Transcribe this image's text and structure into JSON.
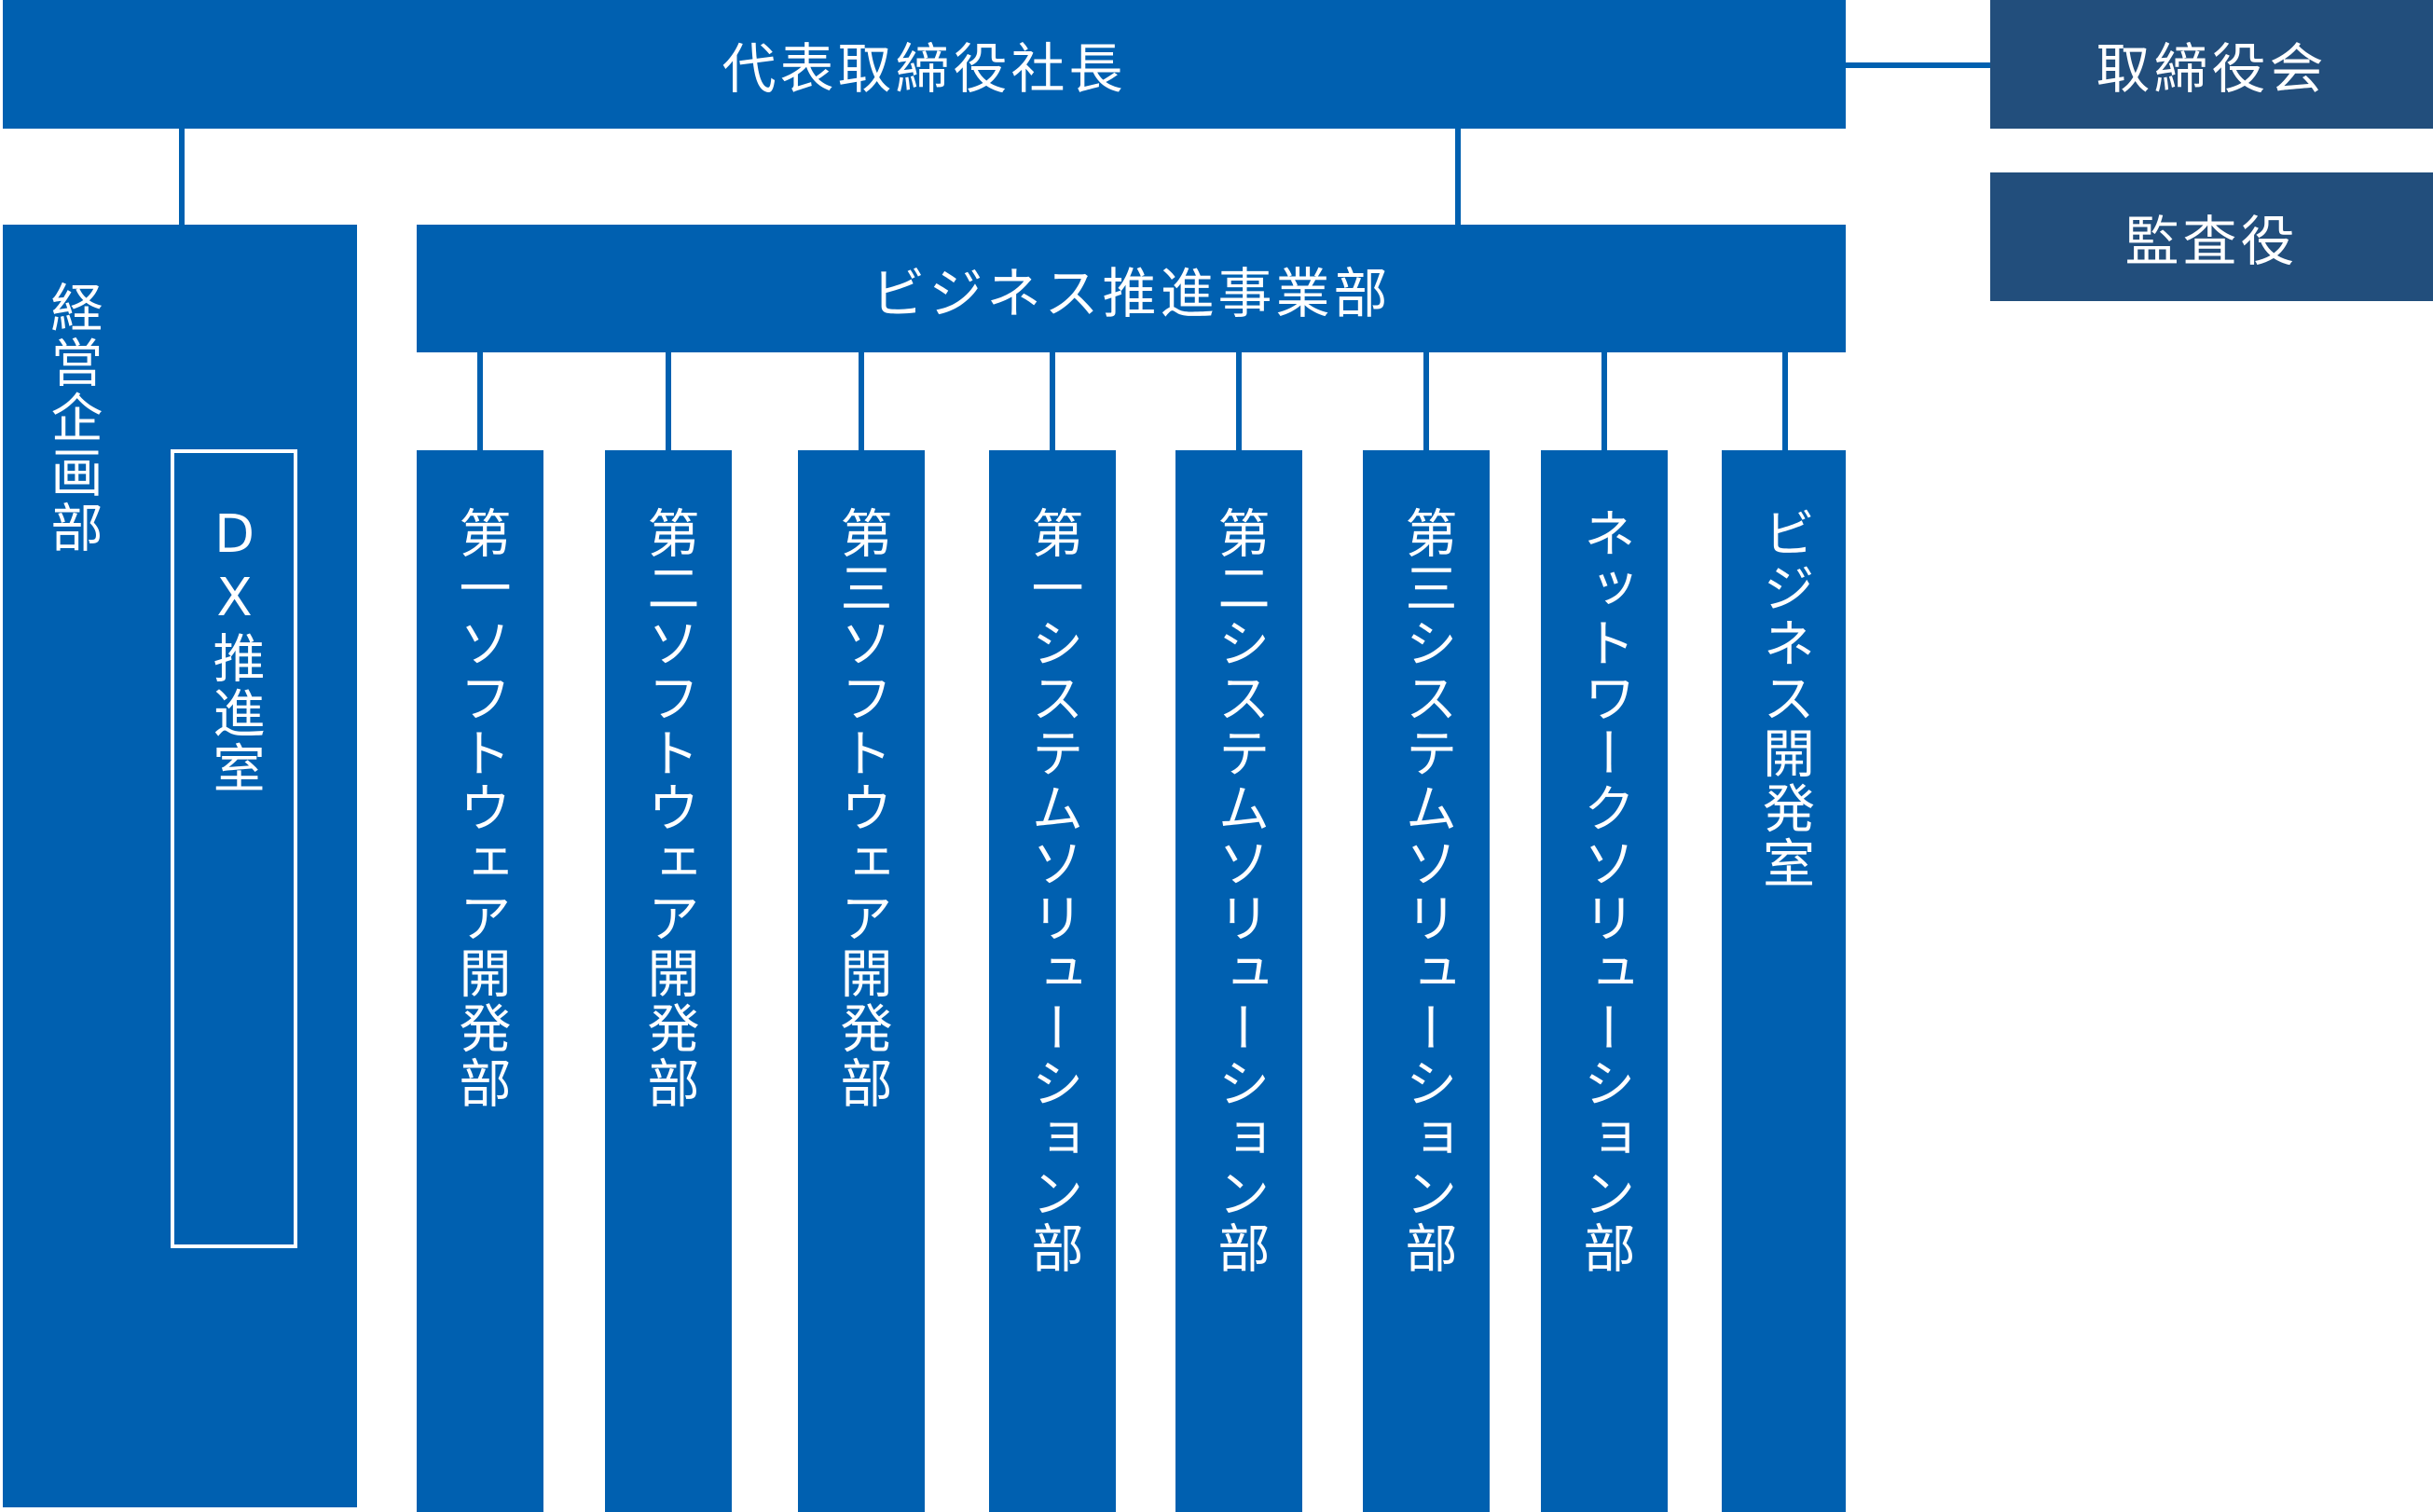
{
  "ceo": "代表取締役社長",
  "board": "取締役会",
  "auditor": "監査役",
  "management_planning": "経営企画部",
  "dx_office": "DX推進室",
  "business_division": "ビジネス推進事業部",
  "departments": [
    "第一ソフトウェア開発部",
    "第二ソフトウェア開発部",
    "第三ソフトウェア開発部",
    "第一システムソリューション部",
    "第二システムソリューション部",
    "第三システムソリューション部",
    "ネットワークソリューション部",
    "ビジネス開発室"
  ],
  "colors": {
    "primary": "#0060B0",
    "dark": "#224E7C",
    "outline": "#FFFFFF"
  }
}
